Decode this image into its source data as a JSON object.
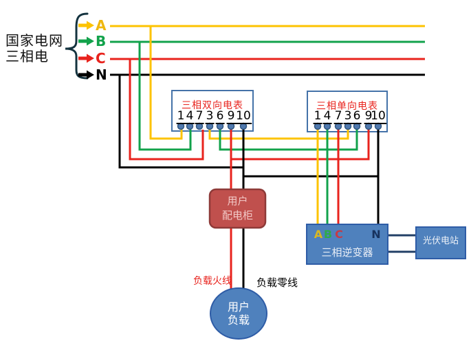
{
  "legend": {
    "line1": "国家电网",
    "line2": "三相电",
    "phases": [
      {
        "label": "A",
        "color": "#efb810"
      },
      {
        "label": "B",
        "color": "#12a24b"
      },
      {
        "label": "C",
        "color": "#e8231d"
      },
      {
        "label": "N",
        "color": "#000000"
      }
    ]
  },
  "meter1": {
    "title": "三相双向电表",
    "terminals": [
      "1",
      "4",
      "7",
      "3",
      "6",
      "9",
      "10"
    ]
  },
  "meter2": {
    "title": "三相单向电表",
    "terminals": [
      "1",
      "4",
      "7",
      "3",
      "6",
      "9",
      "10"
    ]
  },
  "cabinet": {
    "line1": "用户",
    "line2": "配电柜"
  },
  "inverter": {
    "terminals": [
      "A",
      "B",
      "C",
      "N"
    ],
    "title": "三相逆变器"
  },
  "pv": {
    "label": "光伏电站"
  },
  "load": {
    "line1": "用户",
    "line2": "负载"
  },
  "wire_labels": {
    "live": "负载火线",
    "neutral": "负载零线"
  },
  "colors": {
    "phase_a": "#fdc300",
    "phase_b": "#12a24b",
    "phase_c": "#e8231d",
    "neutral": "#000000",
    "device_blue": "#4f81bd",
    "device_border": "#2e5ca6",
    "cabinet_red": "#c0504d",
    "meter_border": "#4472a8"
  }
}
